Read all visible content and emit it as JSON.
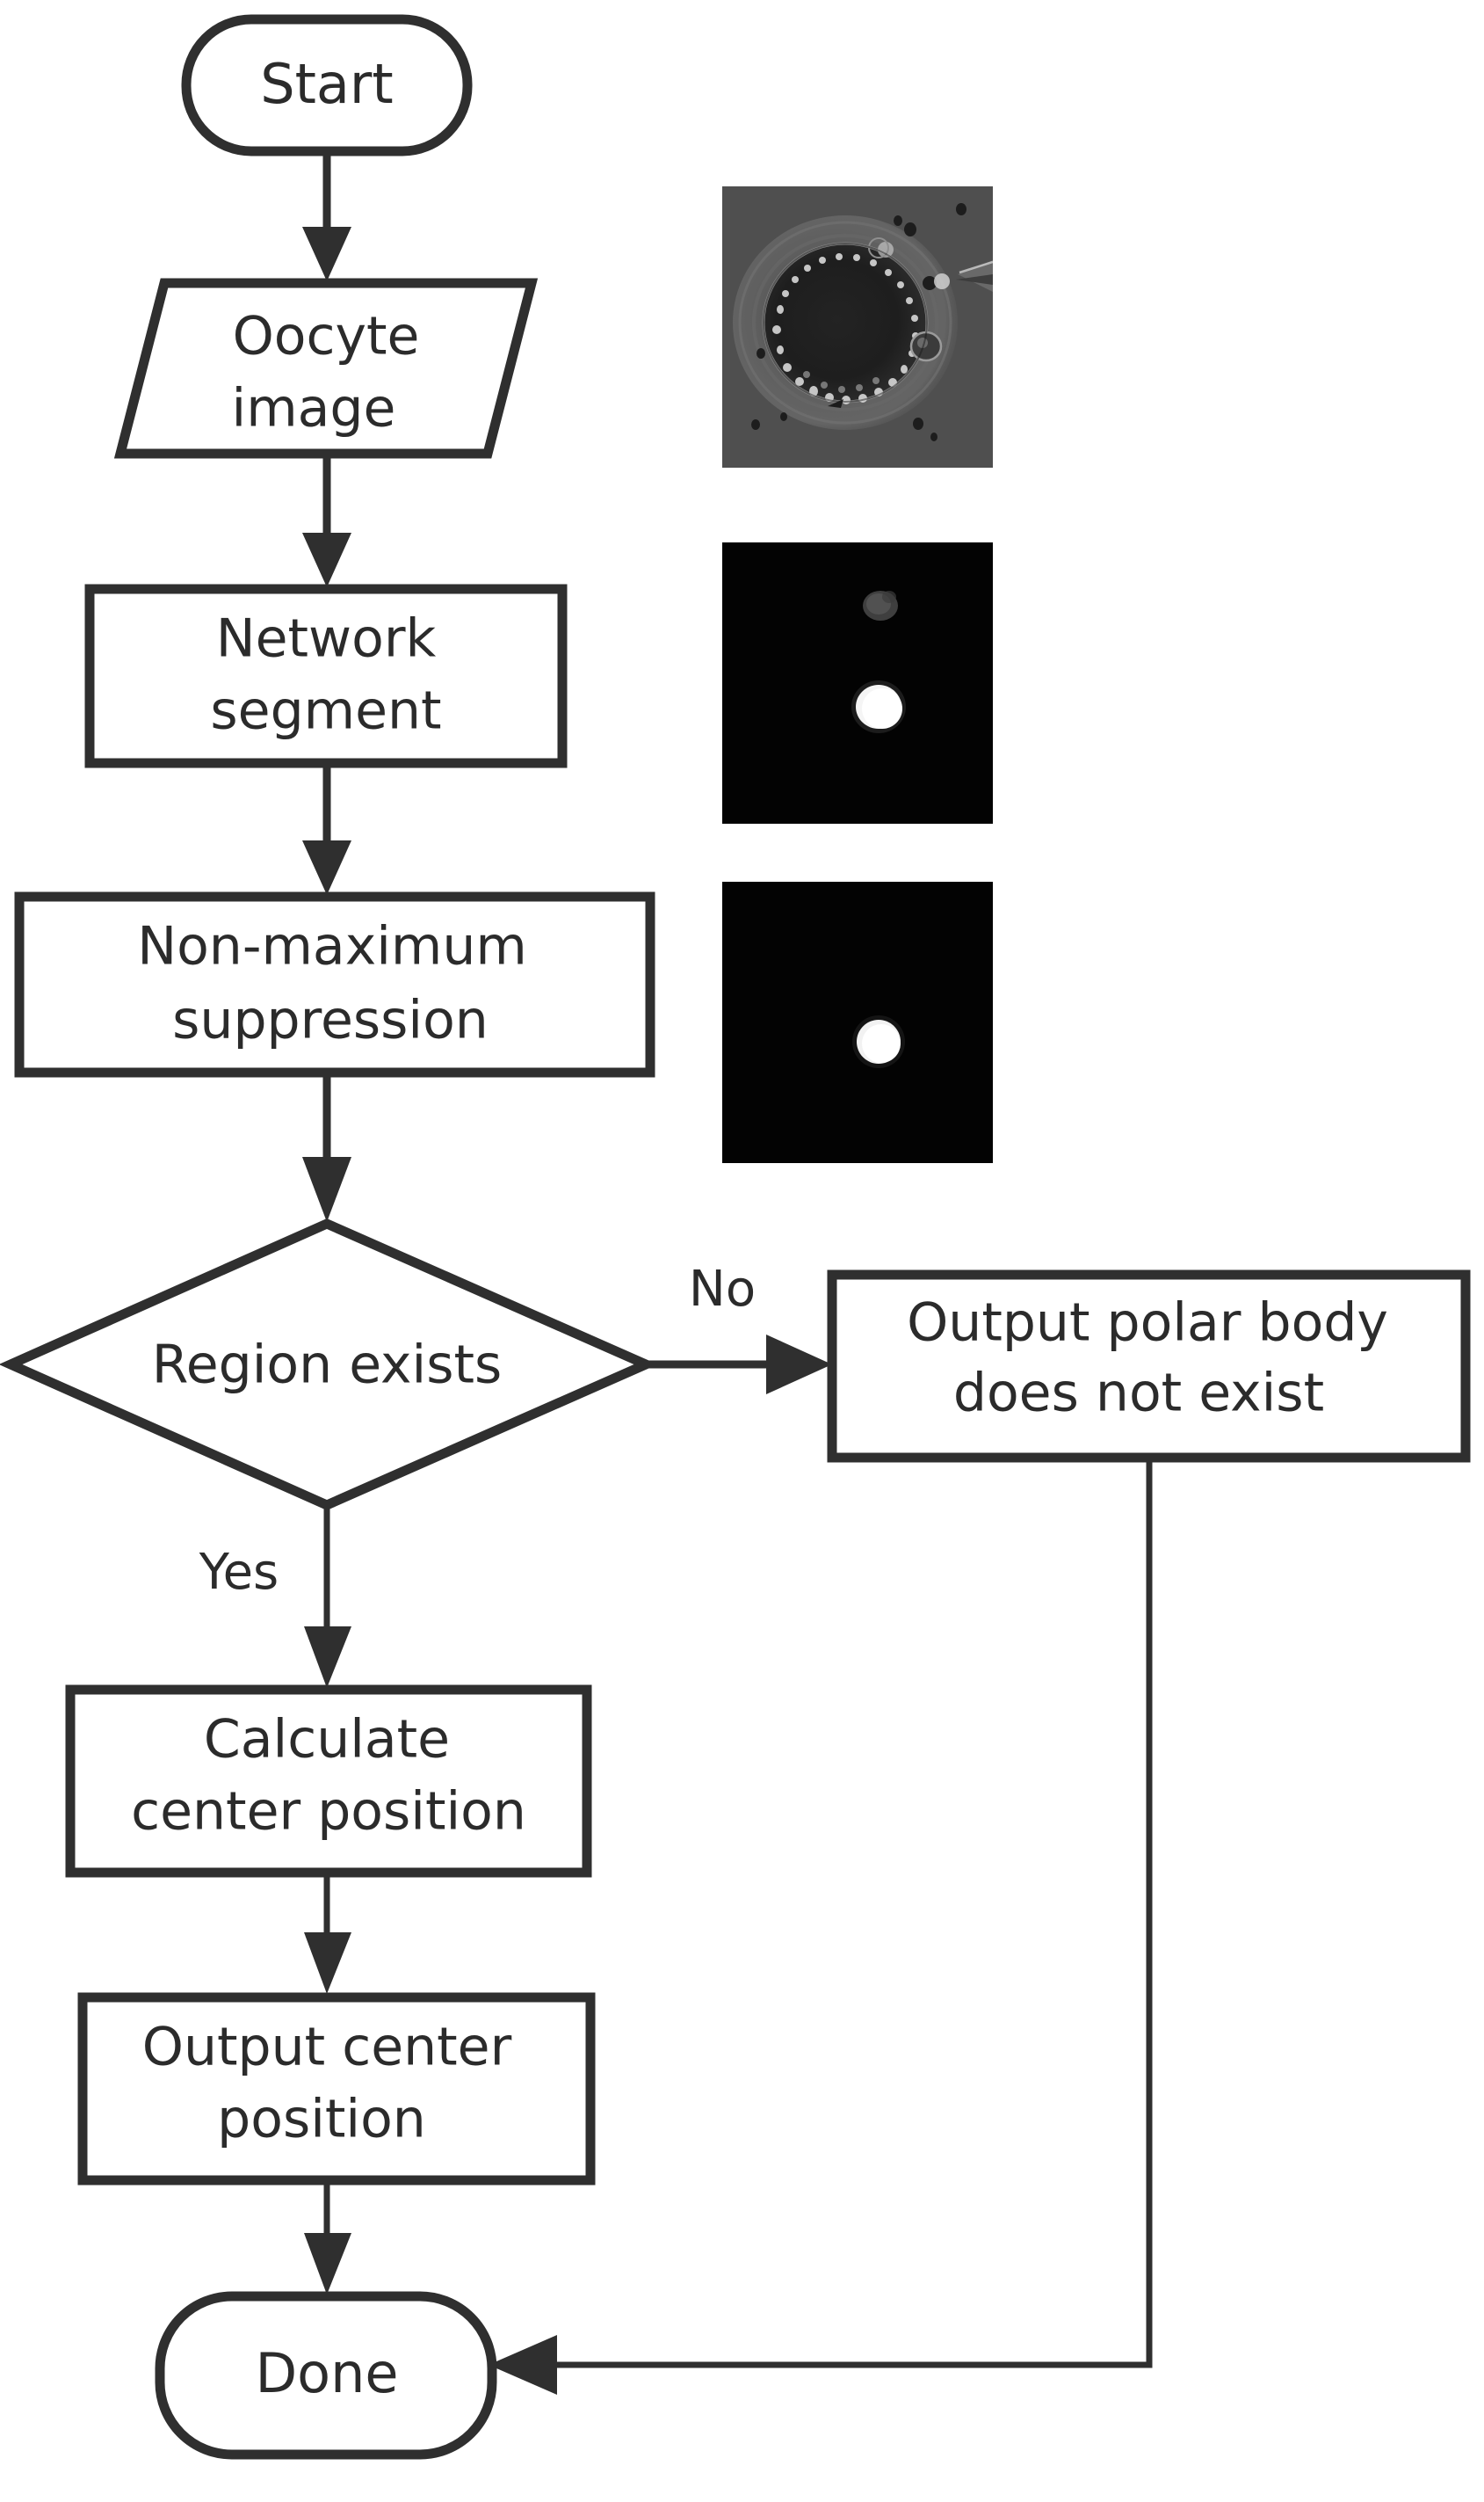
{
  "diagram": {
    "title": "Polar body detection flowchart",
    "colors": {
      "stroke": "#2f2f2f",
      "text": "#2b2b2b",
      "background": "#ffffff",
      "thumb_background": "#000000"
    },
    "nodes": {
      "start": {
        "label": "Start",
        "shape": "terminator"
      },
      "oocyte_image": {
        "label_line1": "Oocyte",
        "label_line2": "image",
        "shape": "parallelogram"
      },
      "network_segment": {
        "label_line1": "Network",
        "label_line2": "segment",
        "shape": "process"
      },
      "nms": {
        "label_line1": "Non-maximum",
        "label_line2": "suppression",
        "shape": "process"
      },
      "region_exists": {
        "label": "Region exists",
        "shape": "decision"
      },
      "no_polar_body": {
        "label_line1": "Output polar body",
        "label_line2": "does not exist",
        "shape": "process"
      },
      "calc_center": {
        "label_line1": "Calculate",
        "label_line2": "center position",
        "shape": "process"
      },
      "output_center": {
        "label_line1": "Output center",
        "label_line2": "position",
        "shape": "process"
      },
      "done": {
        "label": "Done",
        "shape": "terminator"
      }
    },
    "edge_labels": {
      "no": "No",
      "yes": "Yes"
    },
    "thumbnails": [
      {
        "name": "oocyte-brightfield-image",
        "caption_role": "input oocyte micrograph"
      },
      {
        "name": "network-segmentation-map",
        "caption_role": "network segmentation output"
      },
      {
        "name": "nms-result-map",
        "caption_role": "non-maximum suppression result"
      }
    ]
  }
}
